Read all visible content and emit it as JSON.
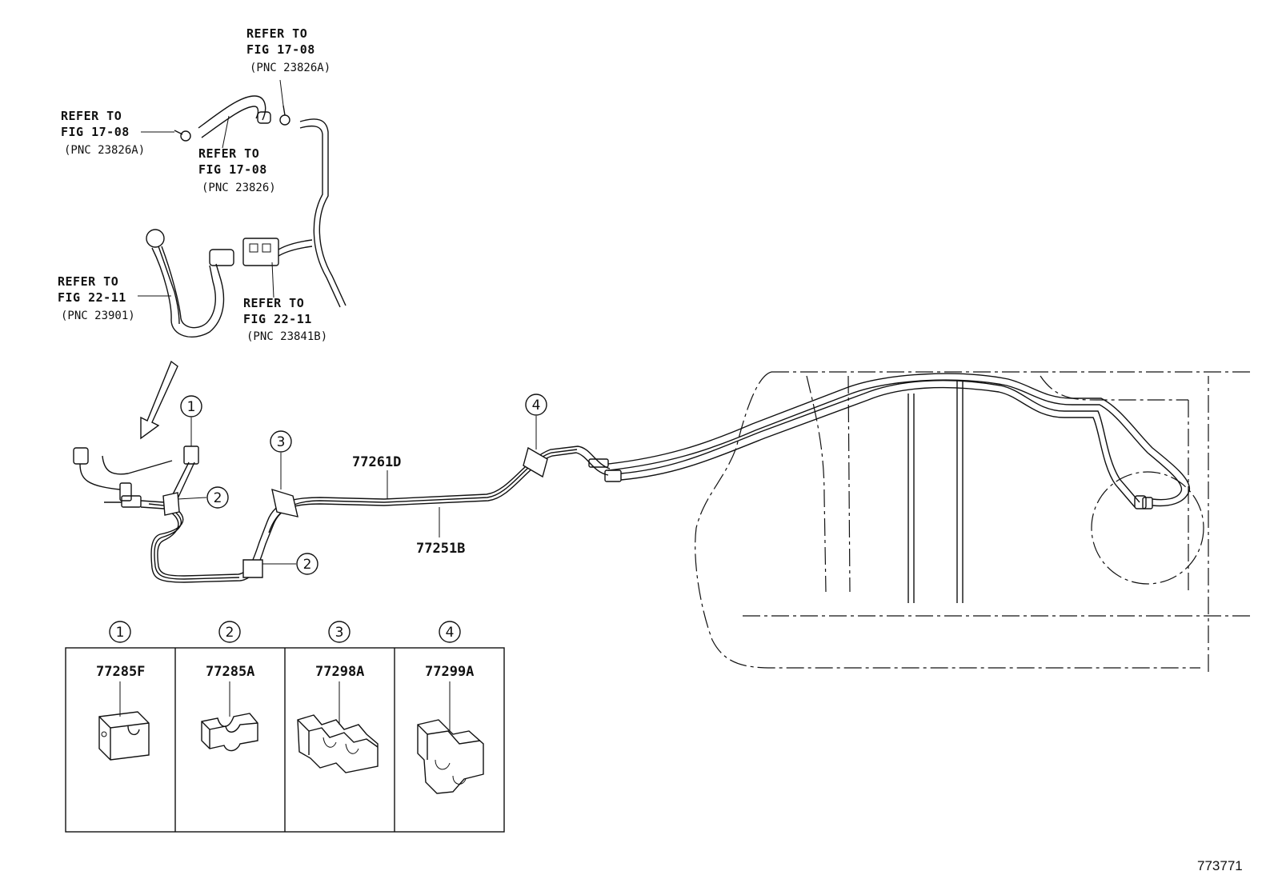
{
  "callouts": {
    "top": {
      "line1": "REFER TO",
      "line2": "FIG 17-08",
      "pnc": "(PNC 23826A)"
    },
    "left": {
      "line1": "REFER TO",
      "line2": "FIG 17-08",
      "pnc": "(PNC 23826A)"
    },
    "mid": {
      "line1": "REFER TO",
      "line2": "FIG 17-08",
      "pnc": "(PNC 23826)"
    },
    "hose": {
      "line1": "REFER TO",
      "line2": "FIG 22-11",
      "pnc": "(PNC 23901)"
    },
    "connector": {
      "line1": "REFER TO",
      "line2": "FIG 22-11",
      "pnc": "(PNC 23841B)"
    }
  },
  "markers": {
    "m1": "1",
    "m2": "2",
    "m3": "3",
    "m4": "4"
  },
  "parts": {
    "tube_upper": "77261D",
    "tube_lower": "77251B"
  },
  "clamp_table": [
    {
      "marker": "1",
      "part": "77285F"
    },
    {
      "marker": "2",
      "part": "77285A"
    },
    {
      "marker": "3",
      "part": "77298A"
    },
    {
      "marker": "4",
      "part": "77299A"
    }
  ],
  "figure_id": "773771"
}
